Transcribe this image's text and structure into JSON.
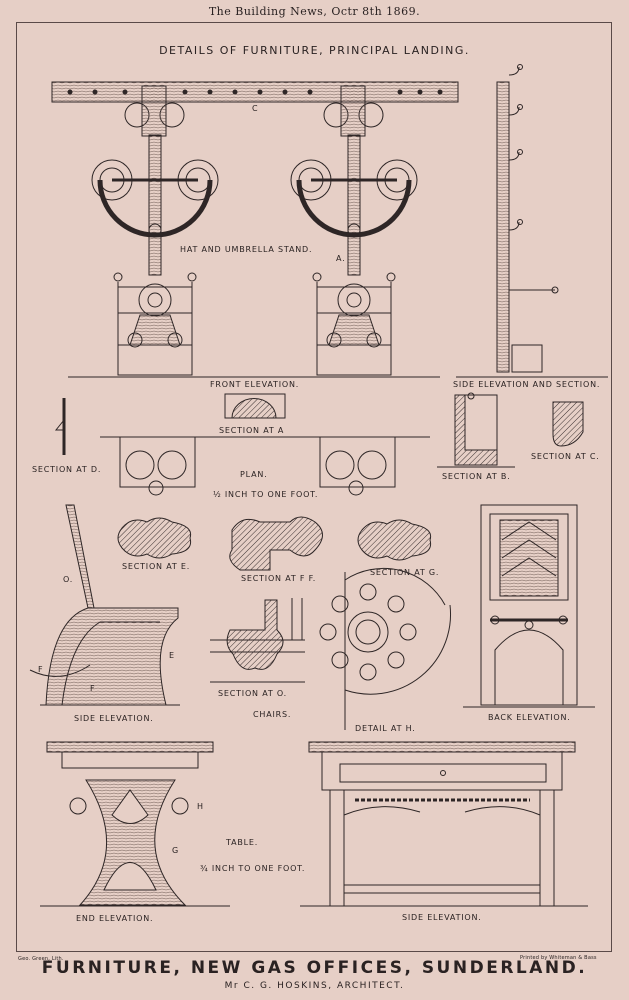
{
  "header": "The Building News, Octr 8th 1869.",
  "title": "DETAILS OF FURNITURE, PRINCIPAL LANDING.",
  "labels": {
    "hat_stand": "HAT AND UMBRELLA STAND.",
    "mark_a": "A.",
    "mark_c": "C",
    "front_elevation": "FRONT ELEVATION.",
    "side_elevation_section": "SIDE ELEVATION AND SECTION.",
    "section_a": "SECTION AT A",
    "section_d": "SECTION AT D.",
    "plan": "PLAN.",
    "scale_half": "½ INCH TO ONE FOOT.",
    "section_b": "SECTION AT B.",
    "section_c": "SECTION AT C.",
    "section_e": "SECTION AT E.",
    "section_ff": "SECTION AT F F.",
    "section_g": "SECTION AT G.",
    "mark_o": "O.",
    "mark_e": "E",
    "mark_f1": "F",
    "mark_f2": "F",
    "section_o": "SECTION AT O.",
    "chairs": "CHAIRS.",
    "detail_h": "DETAIL AT H.",
    "side_elevation": "SIDE ELEVATION.",
    "back_elevation": "BACK ELEVATION.",
    "mark_h": "H",
    "mark_g": "G",
    "table": "TABLE.",
    "scale_three_quarter": "¾ INCH TO ONE FOOT.",
    "end_elevation": "END ELEVATION.",
    "table_side_elevation": "SIDE ELEVATION."
  },
  "credits": {
    "lithographer": "Geo. Green, Lith.",
    "printer": "Printed by Whiteman & Bass"
  },
  "main_title": "FURNITURE, NEW GAS OFFICES, SUNDERLAND.",
  "subtitle": "Mr C. G. HOSKINS, ARCHITECT."
}
